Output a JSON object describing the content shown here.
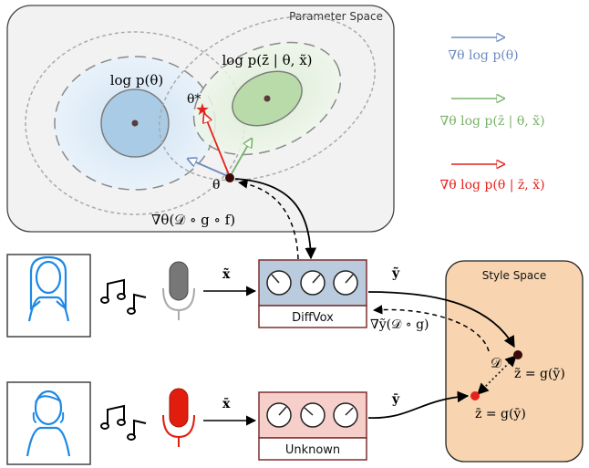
{
  "parameter_space": {
    "title": "Parameter Space",
    "prior_label": "log p(θ)",
    "likelihood_label": "log p(z̄ | θ, x̃)",
    "optimum_label": "θ*",
    "theta_label": "θ",
    "gradient_label": "∇θ(𝒟 ∘ g ∘ f)"
  },
  "legend": {
    "items": [
      {
        "label": "∇θ log p(θ)",
        "color": "#6e8bc0"
      },
      {
        "label": "∇θ log p(z̄ | θ, x̃)",
        "color": "#79b36a"
      },
      {
        "label": "∇θ log p(θ | z̄, x̃)",
        "color": "#e4231c"
      }
    ]
  },
  "top_row": {
    "input_label": "x̃",
    "output_label": "ỹ",
    "processor_label": "DiffVox",
    "grad_label": "∇ỹ(𝒟 ∘ g)"
  },
  "bottom_row": {
    "input_label": "x̄",
    "output_label": "ȳ",
    "processor_label": "Unknown"
  },
  "style_space": {
    "title": "Style Space",
    "distance_label": "𝒟",
    "z_tilde_label": "z̃ = g(ỹ)",
    "z_bar_label": "z̄ = g(ȳ)"
  },
  "colors": {
    "prior": "#6e8bc0",
    "likelihood": "#79b36a",
    "posterior": "#e4231c",
    "param_bg": "#f2f2f2",
    "style_bg": "#f8d5b0",
    "diffvox_bg": "#b9cbdc",
    "unknown_bg": "#f6cfca"
  }
}
